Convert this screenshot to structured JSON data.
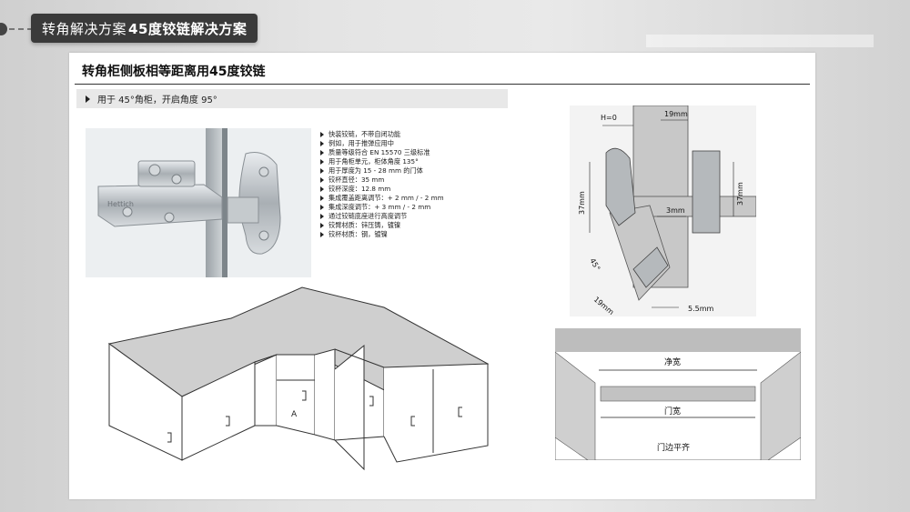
{
  "header": {
    "title_normal": "转角解决方案",
    "title_bold": "45度铰链解决方案"
  },
  "doc": {
    "title": "转角柜侧板相等距离用45度铰链",
    "subtitle": "用于 45°角柜，开启角度 95°"
  },
  "photo": {
    "brand": "Hettich"
  },
  "specs": [
    "快装铰链，不带自闭功能",
    "例如，用于推弹应用中",
    "质量等级符合 EN 15570 三级标准",
    "用于角柜单元，柜体角度 135°",
    "用于厚度为 15 - 28 mm 的门体",
    "铰杯直径：35 mm",
    "铰杯深度：12.8 mm",
    "集成覆盖距离调节：+ 2 mm / - 2 mm",
    "集成深度调节：+ 3 mm / - 2 mm",
    "通过铰链底座进行高度调节",
    "铰臂材质：锌压铸，镀镍",
    "铰杯材质：钢，镀镍"
  ],
  "cabinet": {
    "label": "A"
  },
  "hinge_diagram": {
    "h0": "H=0",
    "w19_top": "19mm",
    "h37_left": "37mm",
    "h37_right": "37mm",
    "gap3": "3mm",
    "angle": "45°",
    "w19_bottom": "19mm",
    "w55": "5.5mm"
  },
  "layout_diagram": {
    "net_width": "净宽",
    "door_width": "门宽",
    "door_edge": "门边平齐"
  },
  "colors": {
    "pill_bg": "#3a3a3a",
    "wood": "#c9c9c9",
    "metal": "#b0b5b9"
  }
}
